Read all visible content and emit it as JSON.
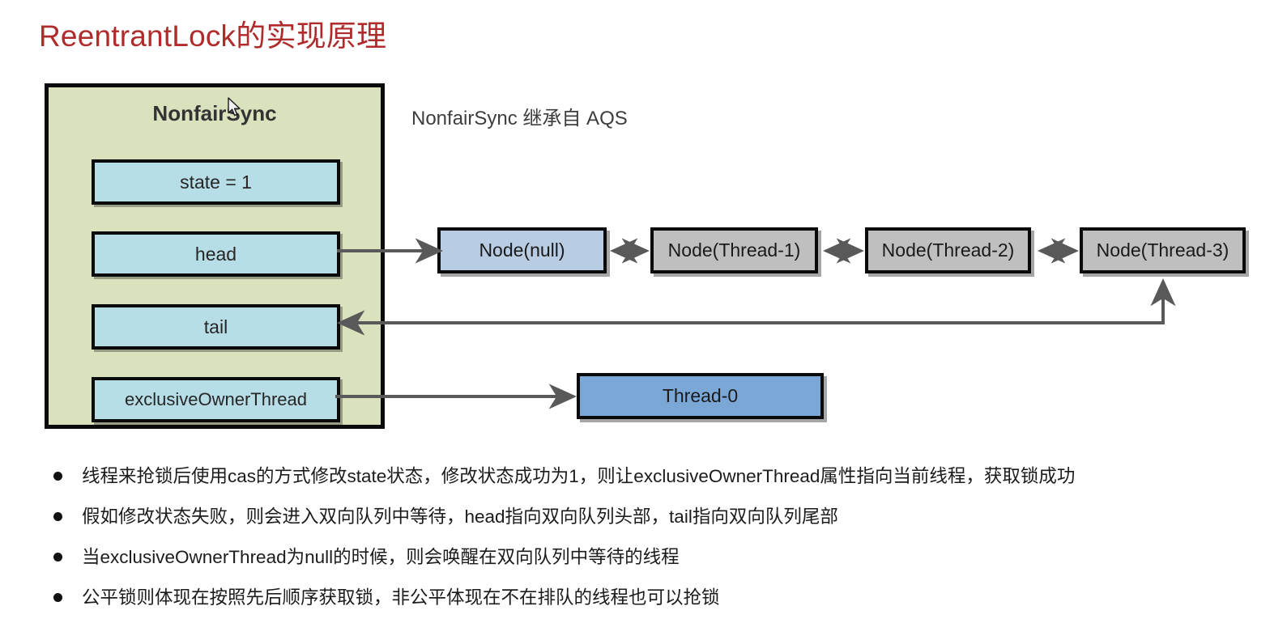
{
  "title": "ReentrantLock的实现原理",
  "colors": {
    "title": "#b02c2c",
    "container_fill": "#d9e1bd",
    "field_fill": "#b7dde6",
    "node_head_fill": "#b8cce4",
    "node_wait_fill": "#bfbfbf",
    "thread_fill": "#7ba7d7",
    "connector": "#595959",
    "border": "#0a0a0a"
  },
  "diagram": {
    "container": {
      "name": "NonfairSync",
      "fields": [
        {
          "id": "state",
          "label": "state = 1"
        },
        {
          "id": "head",
          "label": "head"
        },
        {
          "id": "tail",
          "label": "tail"
        },
        {
          "id": "owner",
          "label": "exclusiveOwnerThread"
        }
      ]
    },
    "side_note": "NonfairSync 继承自 AQS",
    "queue": [
      {
        "id": "node-null",
        "label": "Node(null)"
      },
      {
        "id": "node-thread-1",
        "label": "Node(Thread-1)"
      },
      {
        "id": "node-thread-2",
        "label": "Node(Thread-2)"
      },
      {
        "id": "node-thread-3",
        "label": "Node(Thread-3)"
      }
    ],
    "owner_thread": {
      "id": "thread-0",
      "label": "Thread-0"
    }
  },
  "bullets": [
    "线程来抢锁后使用cas的方式修改state状态，修改状态成功为1，则让exclusiveOwnerThread属性指向当前线程，获取锁成功",
    "假如修改状态失败，则会进入双向队列中等待，head指向双向队列头部，tail指向双向队列尾部",
    "当exclusiveOwnerThread为null的时候，则会唤醒在双向队列中等待的线程",
    "公平锁则体现在按照先后顺序获取锁，非公平体现在不在排队的线程也可以抢锁"
  ]
}
